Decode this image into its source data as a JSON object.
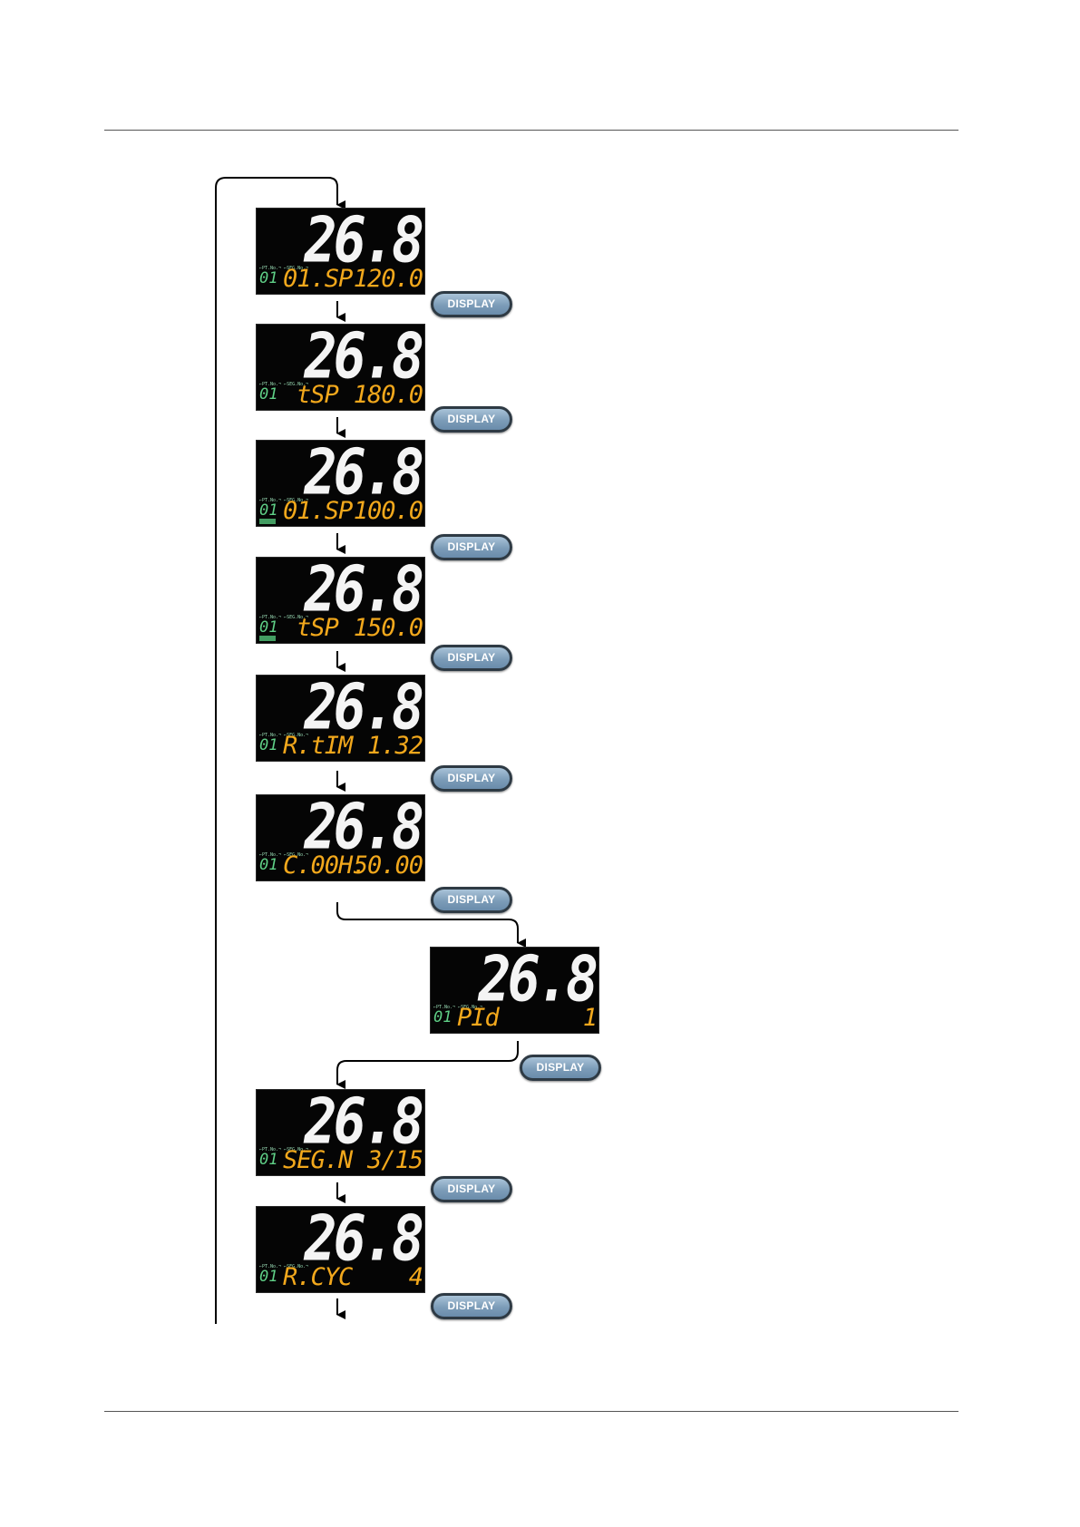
{
  "button_label": "DISPLAY",
  "colors": {
    "pv": "#f4f4f4",
    "param": "#f2a81c",
    "pattern": "#5fcf86",
    "lcd_bg": "#050505"
  },
  "screens": [
    {
      "pv": "26.8",
      "pattern_no": "01",
      "param": "01.SP",
      "value": "120.0",
      "mark": false
    },
    {
      "pv": "26.8",
      "pattern_no": "01",
      "param": "tSP",
      "value": "180.0",
      "mark": false
    },
    {
      "pv": "26.8",
      "pattern_no": "01",
      "param": "01.SP",
      "value": "100.0",
      "mark": true
    },
    {
      "pv": "26.8",
      "pattern_no": "01",
      "param": "tSP",
      "value": "150.0",
      "mark": true
    },
    {
      "pv": "26.8",
      "pattern_no": "01",
      "param": "R.tIM",
      "value": "1.32",
      "mark": false
    },
    {
      "pv": "26.8",
      "pattern_no": "01",
      "param": "C.00H.",
      "value": "50.00",
      "mark": false
    },
    {
      "pv": "26.8",
      "pattern_no": "01",
      "param": "PId",
      "value": "1",
      "mark": false
    },
    {
      "pv": "26.8",
      "pattern_no": "01",
      "param": "SEG.N",
      "value": "3/15",
      "mark": false
    },
    {
      "pv": "26.8",
      "pattern_no": "01",
      "param": "R.CYC",
      "value": "4",
      "mark": false
    }
  ]
}
